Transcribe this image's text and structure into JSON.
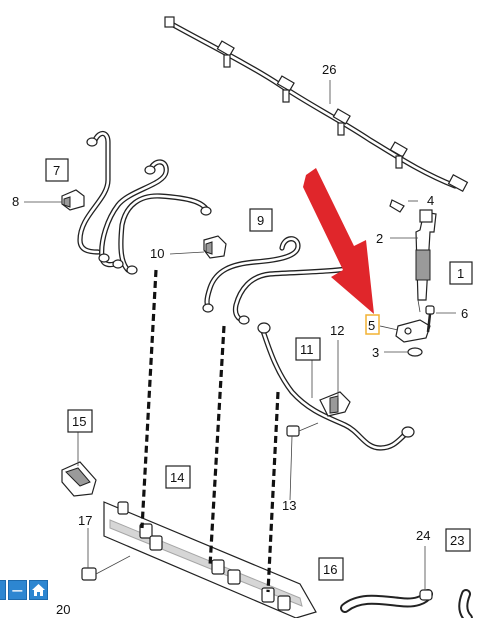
{
  "callouts": [
    {
      "id": "c1",
      "text": "1",
      "boxed": true
    },
    {
      "id": "c2",
      "text": "2",
      "boxed": false
    },
    {
      "id": "c3",
      "text": "3",
      "boxed": false
    },
    {
      "id": "c4",
      "text": "4",
      "boxed": false
    },
    {
      "id": "c5",
      "text": "5",
      "boxed": false,
      "highlighted": true
    },
    {
      "id": "c6",
      "text": "6",
      "boxed": false
    },
    {
      "id": "c7",
      "text": "7",
      "boxed": true
    },
    {
      "id": "c8",
      "text": "8",
      "boxed": false
    },
    {
      "id": "c9",
      "text": "9",
      "boxed": true
    },
    {
      "id": "c10",
      "text": "10",
      "boxed": false
    },
    {
      "id": "c11",
      "text": "11",
      "boxed": true
    },
    {
      "id": "c12",
      "text": "12",
      "boxed": false
    },
    {
      "id": "c13",
      "text": "13",
      "boxed": false
    },
    {
      "id": "c14",
      "text": "14",
      "boxed": true
    },
    {
      "id": "c15",
      "text": "15",
      "boxed": true
    },
    {
      "id": "c16",
      "text": "16",
      "boxed": true
    },
    {
      "id": "c17",
      "text": "17",
      "boxed": false
    },
    {
      "id": "c20",
      "text": "20",
      "boxed": false
    },
    {
      "id": "c23",
      "text": "23",
      "boxed": true
    },
    {
      "id": "c24",
      "text": "24",
      "boxed": false
    },
    {
      "id": "c26",
      "text": "26",
      "boxed": false
    }
  ],
  "colors": {
    "arrow": "#e0262b",
    "highlight": "#f2b233",
    "toolbar": "#2d86d1",
    "line": "#222222"
  },
  "toolbar": {
    "buttons": [
      {
        "icon": "partial-button-icon",
        "glyph": "",
        "interactable": true
      },
      {
        "icon": "minus-icon",
        "glyph": "−",
        "interactable": true
      },
      {
        "icon": "home-icon",
        "glyph": "",
        "interactable": true
      }
    ]
  }
}
